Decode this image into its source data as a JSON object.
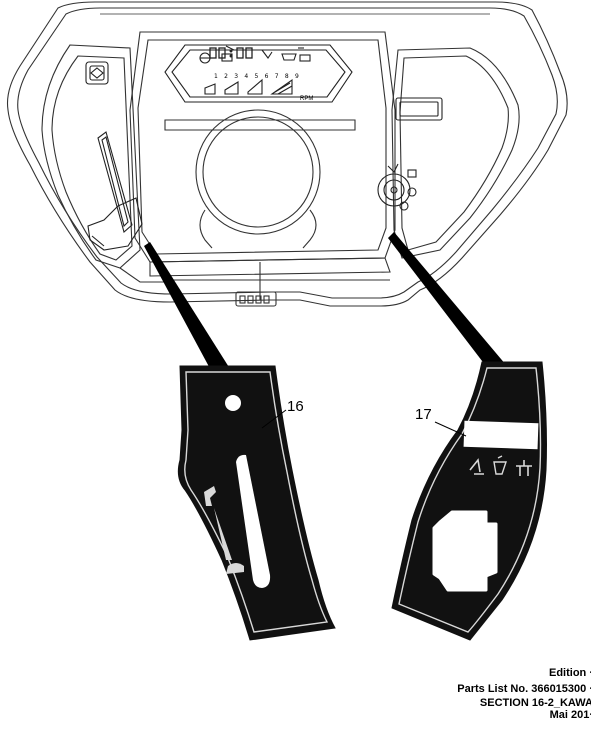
{
  "callouts": {
    "part_16": "16",
    "part_17": "17"
  },
  "dashboard": {
    "digit_scale": "1 2 3 4 5 6 7 8 9",
    "rpm_label": "RPM"
  },
  "footer": {
    "edition": "Edition ·",
    "parts_list": "Parts List No. 366015300 ·",
    "section": "SECTION 16-2_KAWA",
    "date": "Mai 201·"
  },
  "colors": {
    "decal_fill": "#111111",
    "decal_border": "#d9d9d9",
    "line_art": "#333333"
  }
}
